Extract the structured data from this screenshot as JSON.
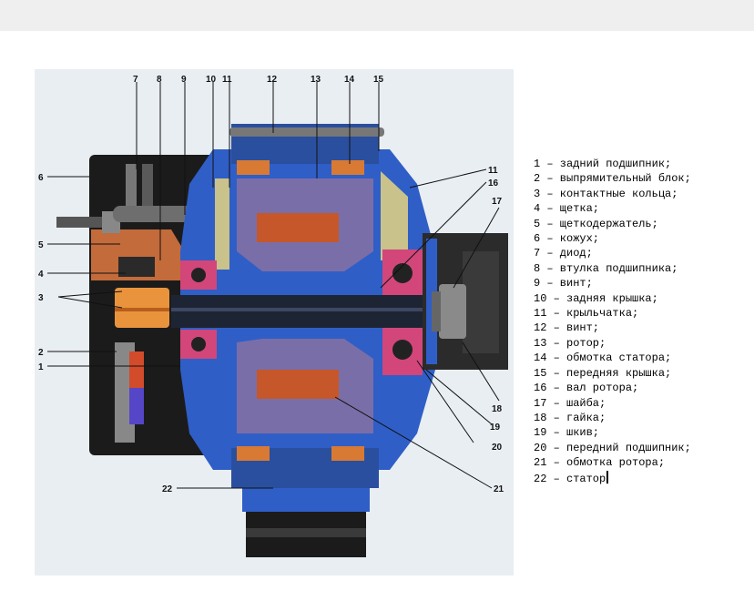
{
  "callouts": {
    "n1": "1",
    "n2": "2",
    "n3": "3",
    "n4": "4",
    "n5": "5",
    "n6": "6",
    "n7": "7",
    "n8": "8",
    "n9": "9",
    "n10": "10",
    "n11": "11",
    "n11b": "11",
    "n12": "12",
    "n13": "13",
    "n14": "14",
    "n15": "15",
    "n16": "16",
    "n17": "17",
    "n18": "18",
    "n19": "19",
    "n20": "20",
    "n21": "21",
    "n22": "22"
  },
  "legend": [
    "1 – задний подшипник;",
    "2 – выпрямительный блок;",
    "3 – контактные кольца;",
    "4 – щетка;",
    "5 – щеткодержатель;",
    "6 – кожух;",
    "7 – диод;",
    "8 – втулка подшипника;",
    "9 – винт;",
    "10 – задняя крышка;",
    "11 – крыльчатка;",
    "12 – винт;",
    "13 – ротор;",
    "14 – обмотка статора;",
    "15 – передняя крышка;",
    "16 – вал ротора;",
    "17 – шайба;",
    "18 – гайка;",
    "19 – шкив;",
    "20 – передний подшипник;",
    "21 – обмотка ротора;",
    "22 – статор"
  ]
}
